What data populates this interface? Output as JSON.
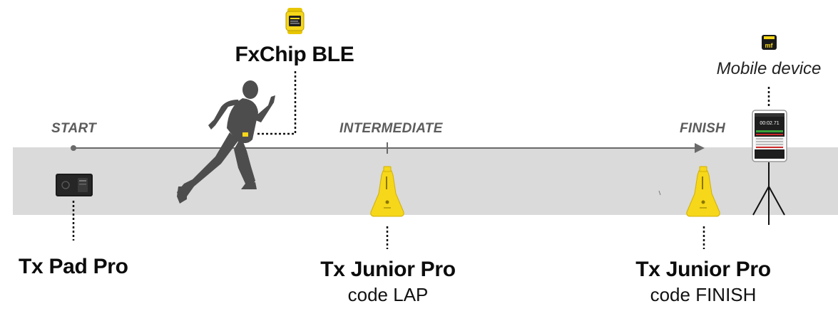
{
  "phases": {
    "start": "START",
    "intermediate": "INTERMEDIATE",
    "finish": "FINISH"
  },
  "devices": {
    "chip": {
      "label": "FxChip BLE",
      "icon": "wristband-chip-icon"
    },
    "mobile": {
      "label": "Mobile device",
      "icon": "app-icon",
      "screen_time": "00:02.71"
    },
    "start_pad": {
      "label": "Tx Pad Pro"
    },
    "lap_gate": {
      "label": "Tx Junior Pro",
      "code": "code LAP"
    },
    "finish_gate": {
      "label": "Tx Junior Pro",
      "code": "code FINISH"
    }
  },
  "colors": {
    "track": "#dadada",
    "arrow": "#6a6a6a",
    "device_yellow": "#f6d71a",
    "runner": "#4d4d4d",
    "label_gray": "#5c5c5c"
  }
}
